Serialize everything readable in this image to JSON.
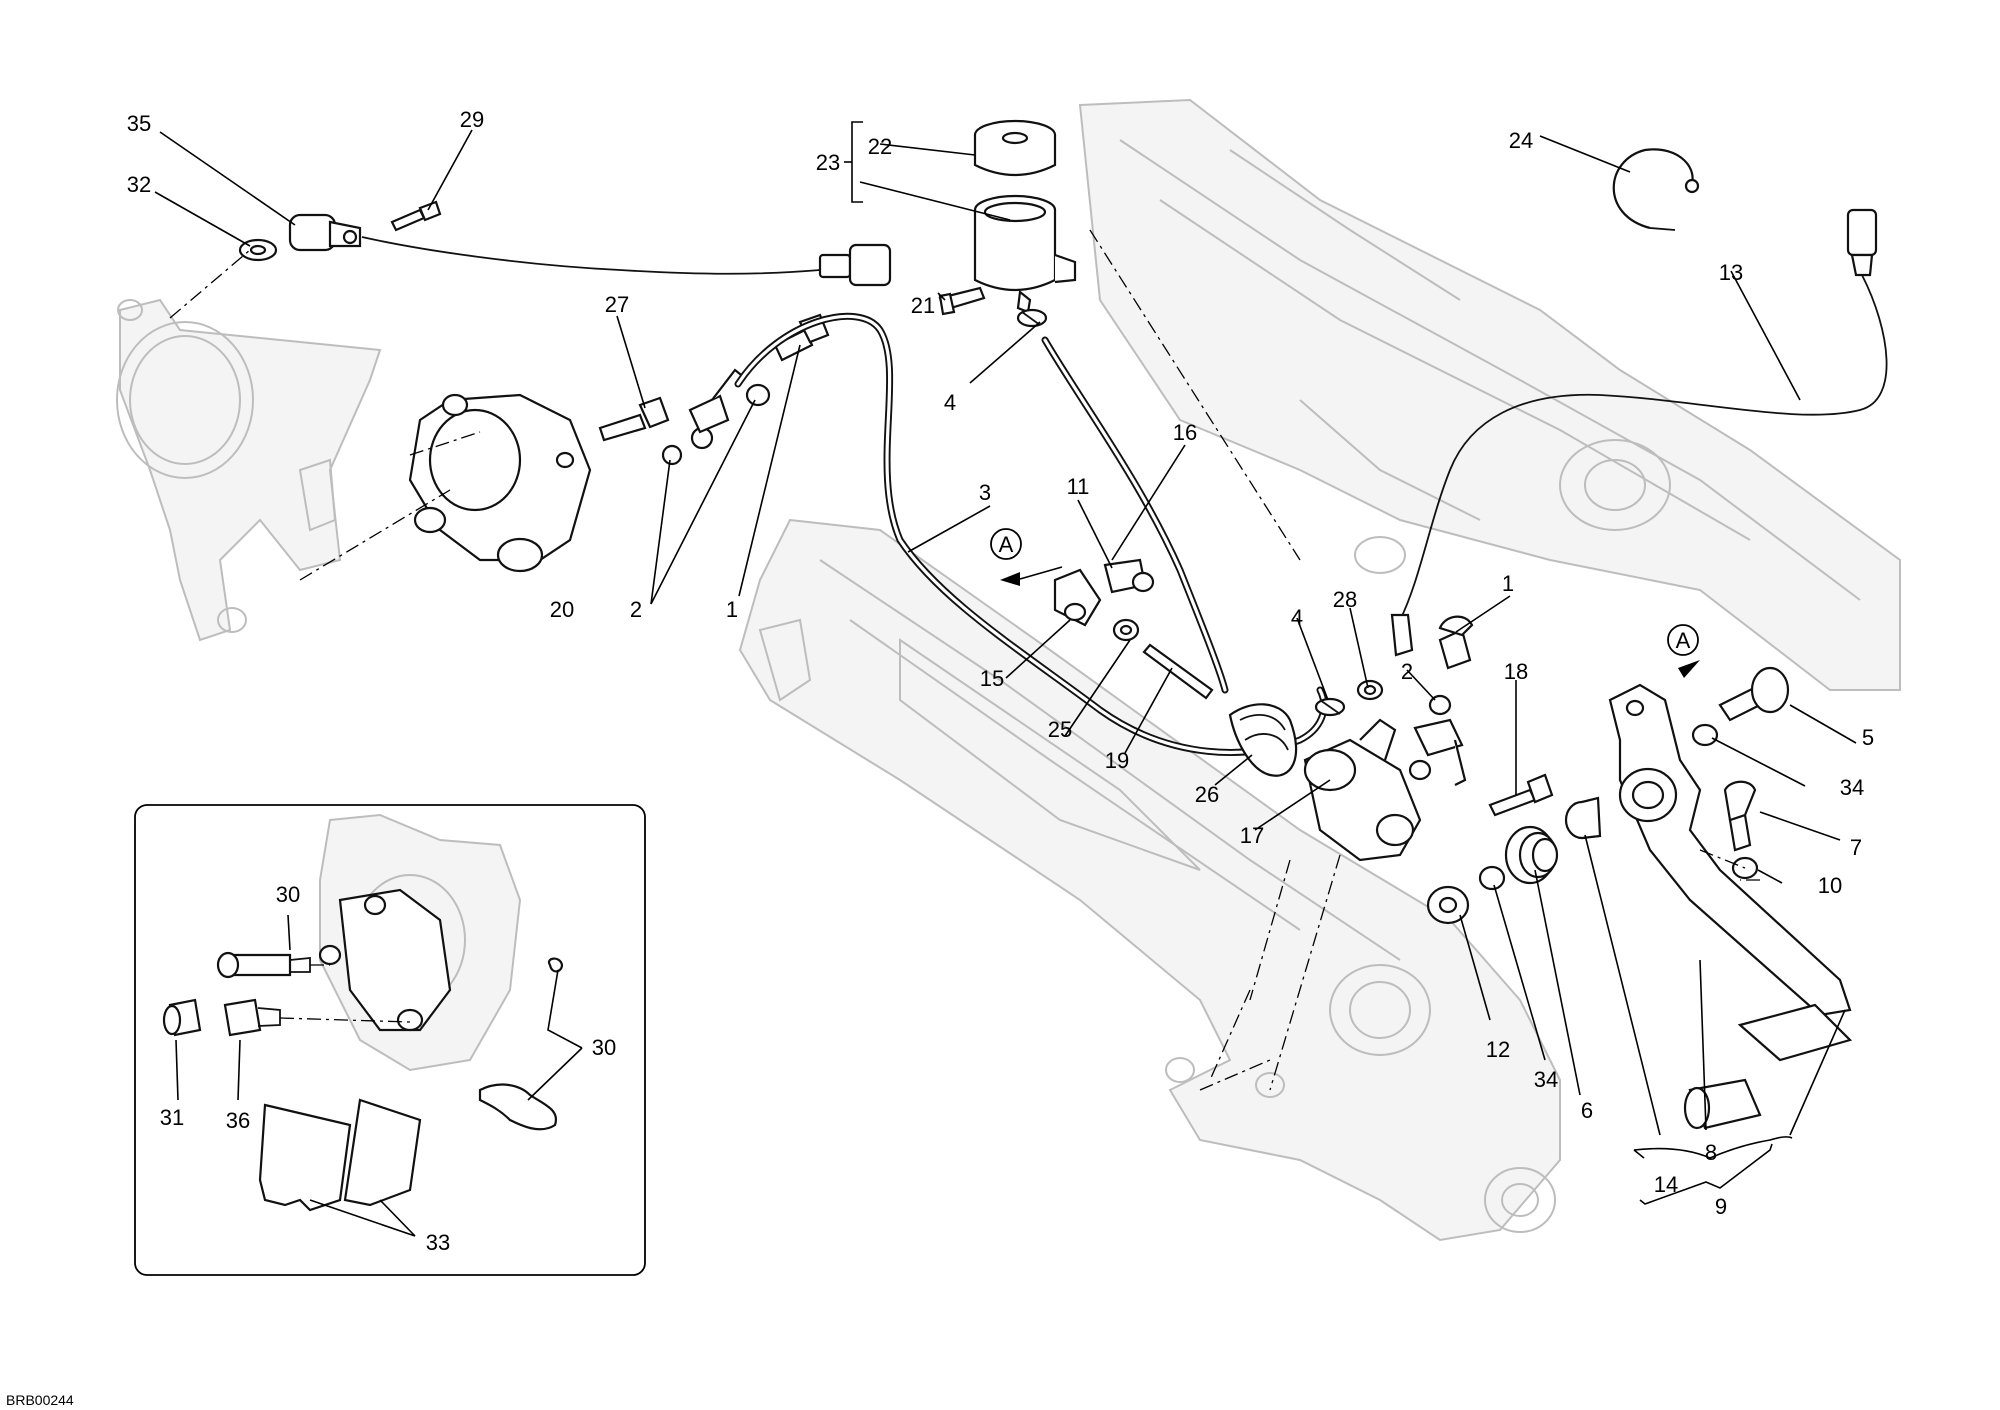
{
  "drawing_code": "BRB00244",
  "callouts": {
    "c1a": "1",
    "c1b": "1",
    "c2a": "2",
    "c2b": "2",
    "c3": "3",
    "c4a": "4",
    "c4b": "4",
    "c5": "5",
    "c6": "6",
    "c7": "7",
    "c8": "8",
    "c9": "9",
    "c10": "10",
    "c11": "11",
    "c12": "12",
    "c13": "13",
    "c14": "14",
    "c15": "15",
    "c16": "16",
    "c17": "17",
    "c18": "18",
    "c19": "19",
    "c20": "20",
    "c21": "21",
    "c22": "22",
    "c23": "23",
    "c24": "24",
    "c25": "25",
    "c26": "26",
    "c27": "27",
    "c28": "28",
    "c29": "29",
    "c30a": "30",
    "c30b": "30",
    "c31": "31",
    "c32": "32",
    "c33": "33",
    "c34a": "34",
    "c34b": "34",
    "c35": "35",
    "c36": "36"
  },
  "markers": {
    "ref_a1": "A",
    "ref_a2": "A"
  }
}
